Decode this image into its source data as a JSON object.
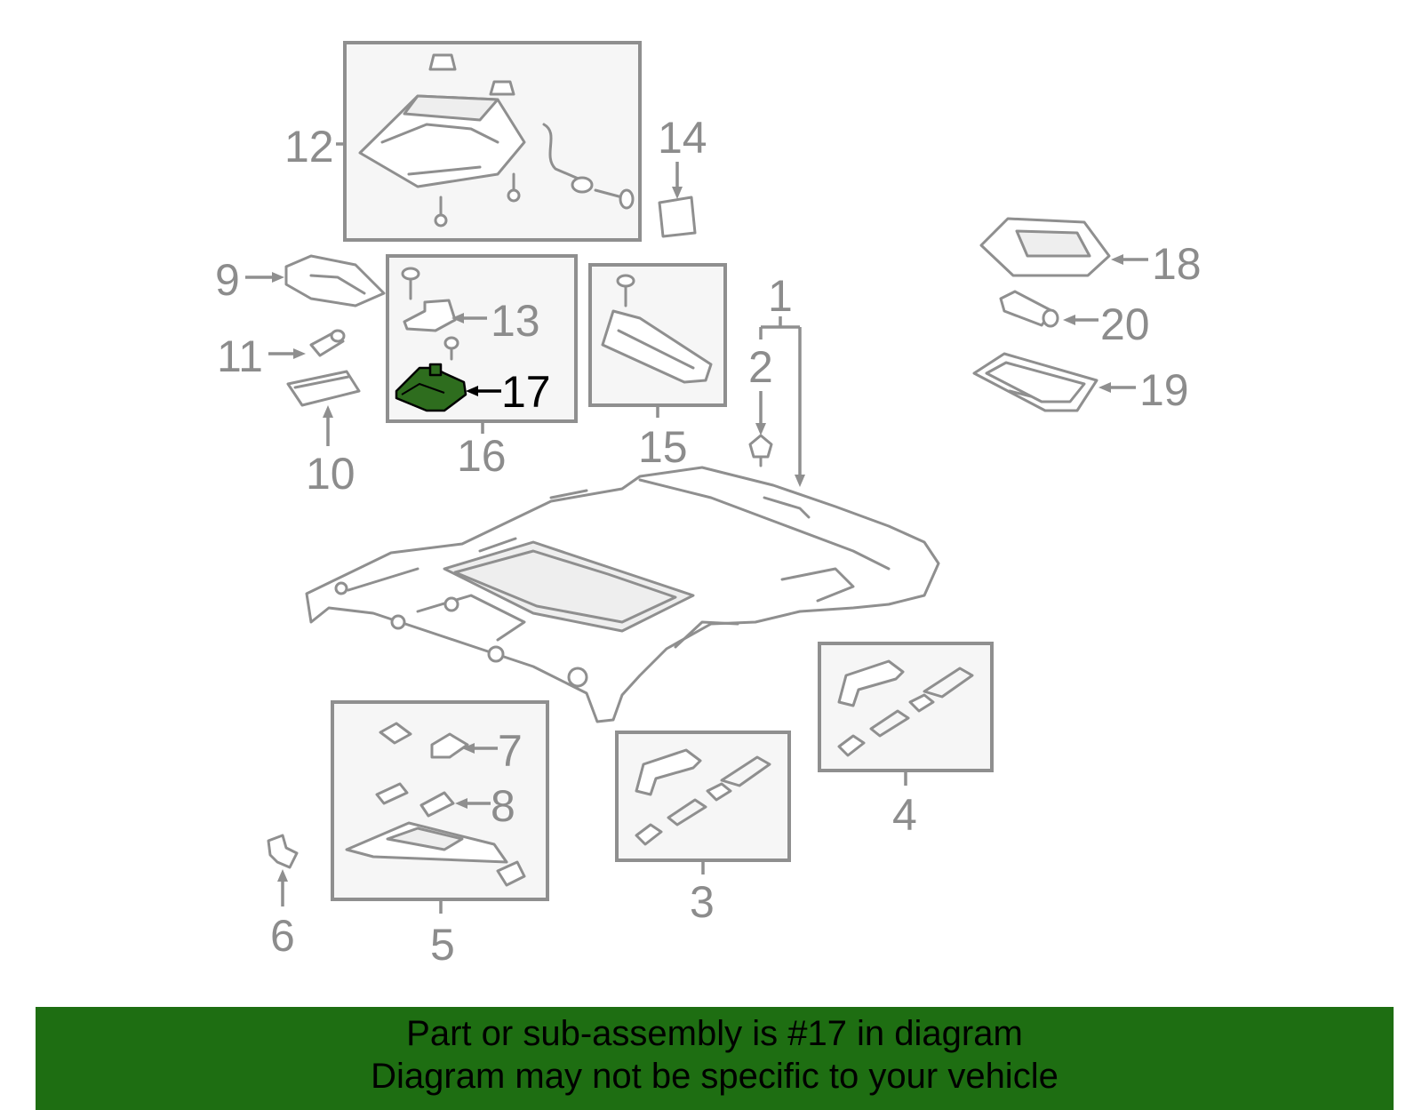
{
  "diagram": {
    "callouts": [
      {
        "id": "1",
        "label": "1"
      },
      {
        "id": "2",
        "label": "2"
      },
      {
        "id": "3",
        "label": "3"
      },
      {
        "id": "4",
        "label": "4"
      },
      {
        "id": "5",
        "label": "5"
      },
      {
        "id": "6",
        "label": "6"
      },
      {
        "id": "7",
        "label": "7"
      },
      {
        "id": "8",
        "label": "8"
      },
      {
        "id": "9",
        "label": "9"
      },
      {
        "id": "10",
        "label": "10"
      },
      {
        "id": "11",
        "label": "11"
      },
      {
        "id": "12",
        "label": "12"
      },
      {
        "id": "13",
        "label": "13"
      },
      {
        "id": "14",
        "label": "14"
      },
      {
        "id": "15",
        "label": "15"
      },
      {
        "id": "16",
        "label": "16"
      },
      {
        "id": "17",
        "label": "17"
      },
      {
        "id": "18",
        "label": "18"
      },
      {
        "id": "19",
        "label": "19"
      },
      {
        "id": "20",
        "label": "20"
      }
    ],
    "highlighted_part": "17",
    "highlight_color": "#2e6d1e"
  },
  "footer": {
    "line1": "Part or sub-assembly is #17 in diagram",
    "line2": "Diagram may not be specific to your vehicle",
    "background_color": "#1e6e12"
  }
}
